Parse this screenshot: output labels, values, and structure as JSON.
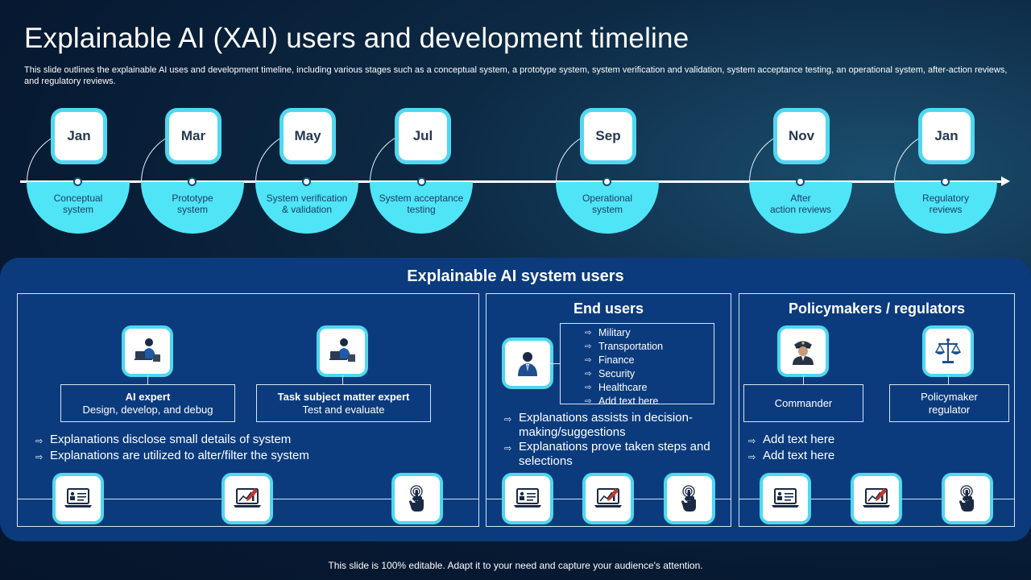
{
  "header": {
    "title": "Explainable AI (XAI) users and development timeline",
    "subtitle": "This slide outlines the explainable AI uses and development timeline, including various stages such as a conceptual system, a prototype system, system verification and validation, system acceptance testing, an operational system, after-action reviews, and regulatory reviews."
  },
  "timeline": {
    "milestones": [
      {
        "month": "Jan",
        "label_line1": "Conceptual",
        "label_line2": "system"
      },
      {
        "month": "Mar",
        "label_line1": "Prototype",
        "label_line2": "system"
      },
      {
        "month": "May",
        "label_line1": "System verification",
        "label_line2": "& validation"
      },
      {
        "month": "Jul",
        "label_line1": "System acceptance",
        "label_line2": "testing"
      },
      {
        "month": "Sep",
        "label_line1": "Operational",
        "label_line2": "system"
      },
      {
        "month": "Nov",
        "label_line1": "After",
        "label_line2": "action reviews"
      },
      {
        "month": "Jan",
        "label_line1": "Regulatory",
        "label_line2": "reviews"
      }
    ]
  },
  "users": {
    "title": "Explainable AI system users",
    "experts": {
      "ai_expert_title": "AI expert",
      "ai_expert_desc": "Design,  develop,  and debug",
      "sme_title": "Task subject matter expert",
      "sme_desc": "Test and evaluate",
      "bullets": [
        "Explanations disclose small details of system",
        "Explanations are utilized to alter/filter the system"
      ]
    },
    "end_users": {
      "title": "End users",
      "list": [
        "Military",
        "Transportation",
        "Finance",
        "Security",
        "Healthcare",
        "Add text here"
      ],
      "bullets_1_line1": "Explanations assists in decision-",
      "bullets_1_line2": "making/suggestions",
      "bullets_2_line1": "Explanations prove taken steps and",
      "bullets_2_line2": "selections"
    },
    "regulators": {
      "title": "Policymakers / regulators",
      "commander": "Commander",
      "policymaker_line1": "Policymaker",
      "policymaker_line2": "regulator",
      "bullets": [
        "Add text here",
        "Add text here"
      ]
    }
  },
  "footer": {
    "text": "This slide is 100% editable. Adapt it to your need and capture your audience's attention."
  },
  "icons": {
    "arrow_glyph": "⇨",
    "accent_color": "#4fd8f0",
    "panel_color": "#0b3b7d"
  }
}
